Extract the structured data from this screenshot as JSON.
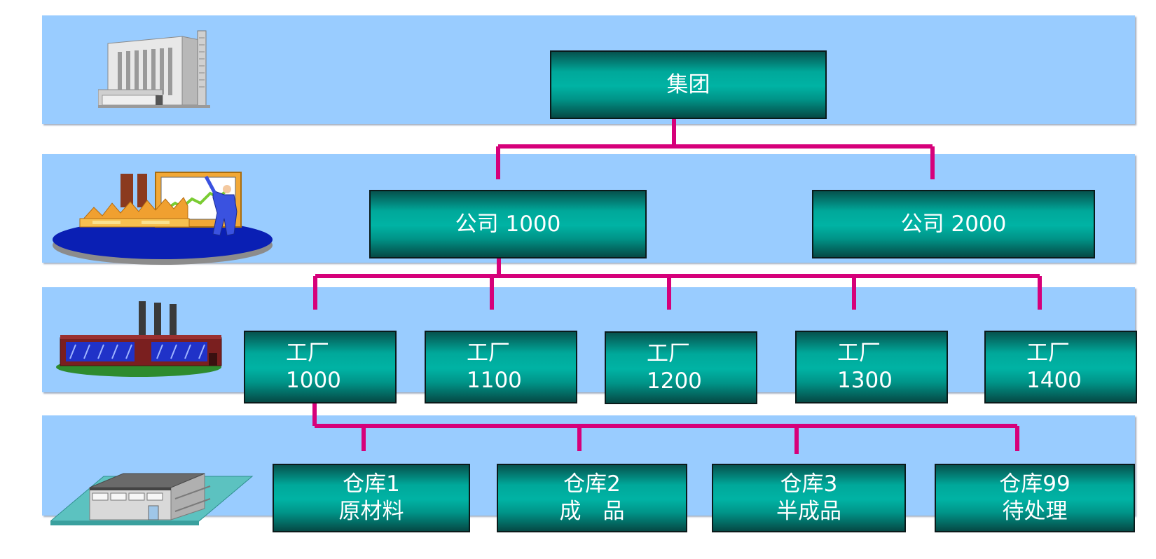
{
  "levels": {
    "group": {
      "label": "集团",
      "icon": "office-building-icon"
    },
    "companies": [
      {
        "label": "公司 1000"
      },
      {
        "label": "公司 2000"
      }
    ],
    "company_icon": "factory-presentation-icon",
    "plants": [
      {
        "line1": "工厂",
        "line2": "1000"
      },
      {
        "line1": "工厂",
        "line2": "1100"
      },
      {
        "line1": "工厂",
        "line2": "1200"
      },
      {
        "line1": "工厂",
        "line2": "1300"
      },
      {
        "line1": "工厂",
        "line2": "1400"
      }
    ],
    "plant_icon": "factory-icon",
    "warehouses": [
      {
        "line1": "仓库1",
        "line2": "原材料"
      },
      {
        "line1": "仓库2",
        "line2": "成　品"
      },
      {
        "line1": "仓库3",
        "line2": "半成品"
      },
      {
        "line1": "仓库99",
        "line2": "待处理"
      }
    ],
    "warehouse_icon": "warehouse-icon"
  },
  "colors": {
    "band": "#99ccff",
    "node": "#00a89a",
    "connector": "#d6007a"
  }
}
